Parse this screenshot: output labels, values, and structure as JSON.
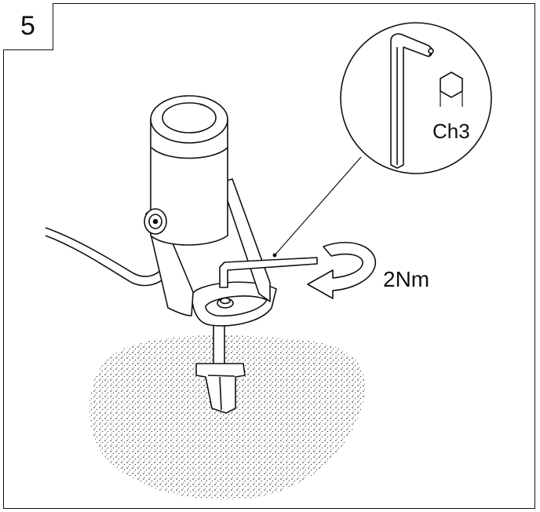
{
  "step": {
    "number": "5"
  },
  "torque": {
    "label": "2Nm"
  },
  "tool": {
    "size_label": "Ch3"
  },
  "colors": {
    "line": "#111111",
    "background": "#ffffff"
  },
  "icons": [
    "hex-key-icon",
    "hexagon-icon",
    "rotation-arrow-icon"
  ]
}
